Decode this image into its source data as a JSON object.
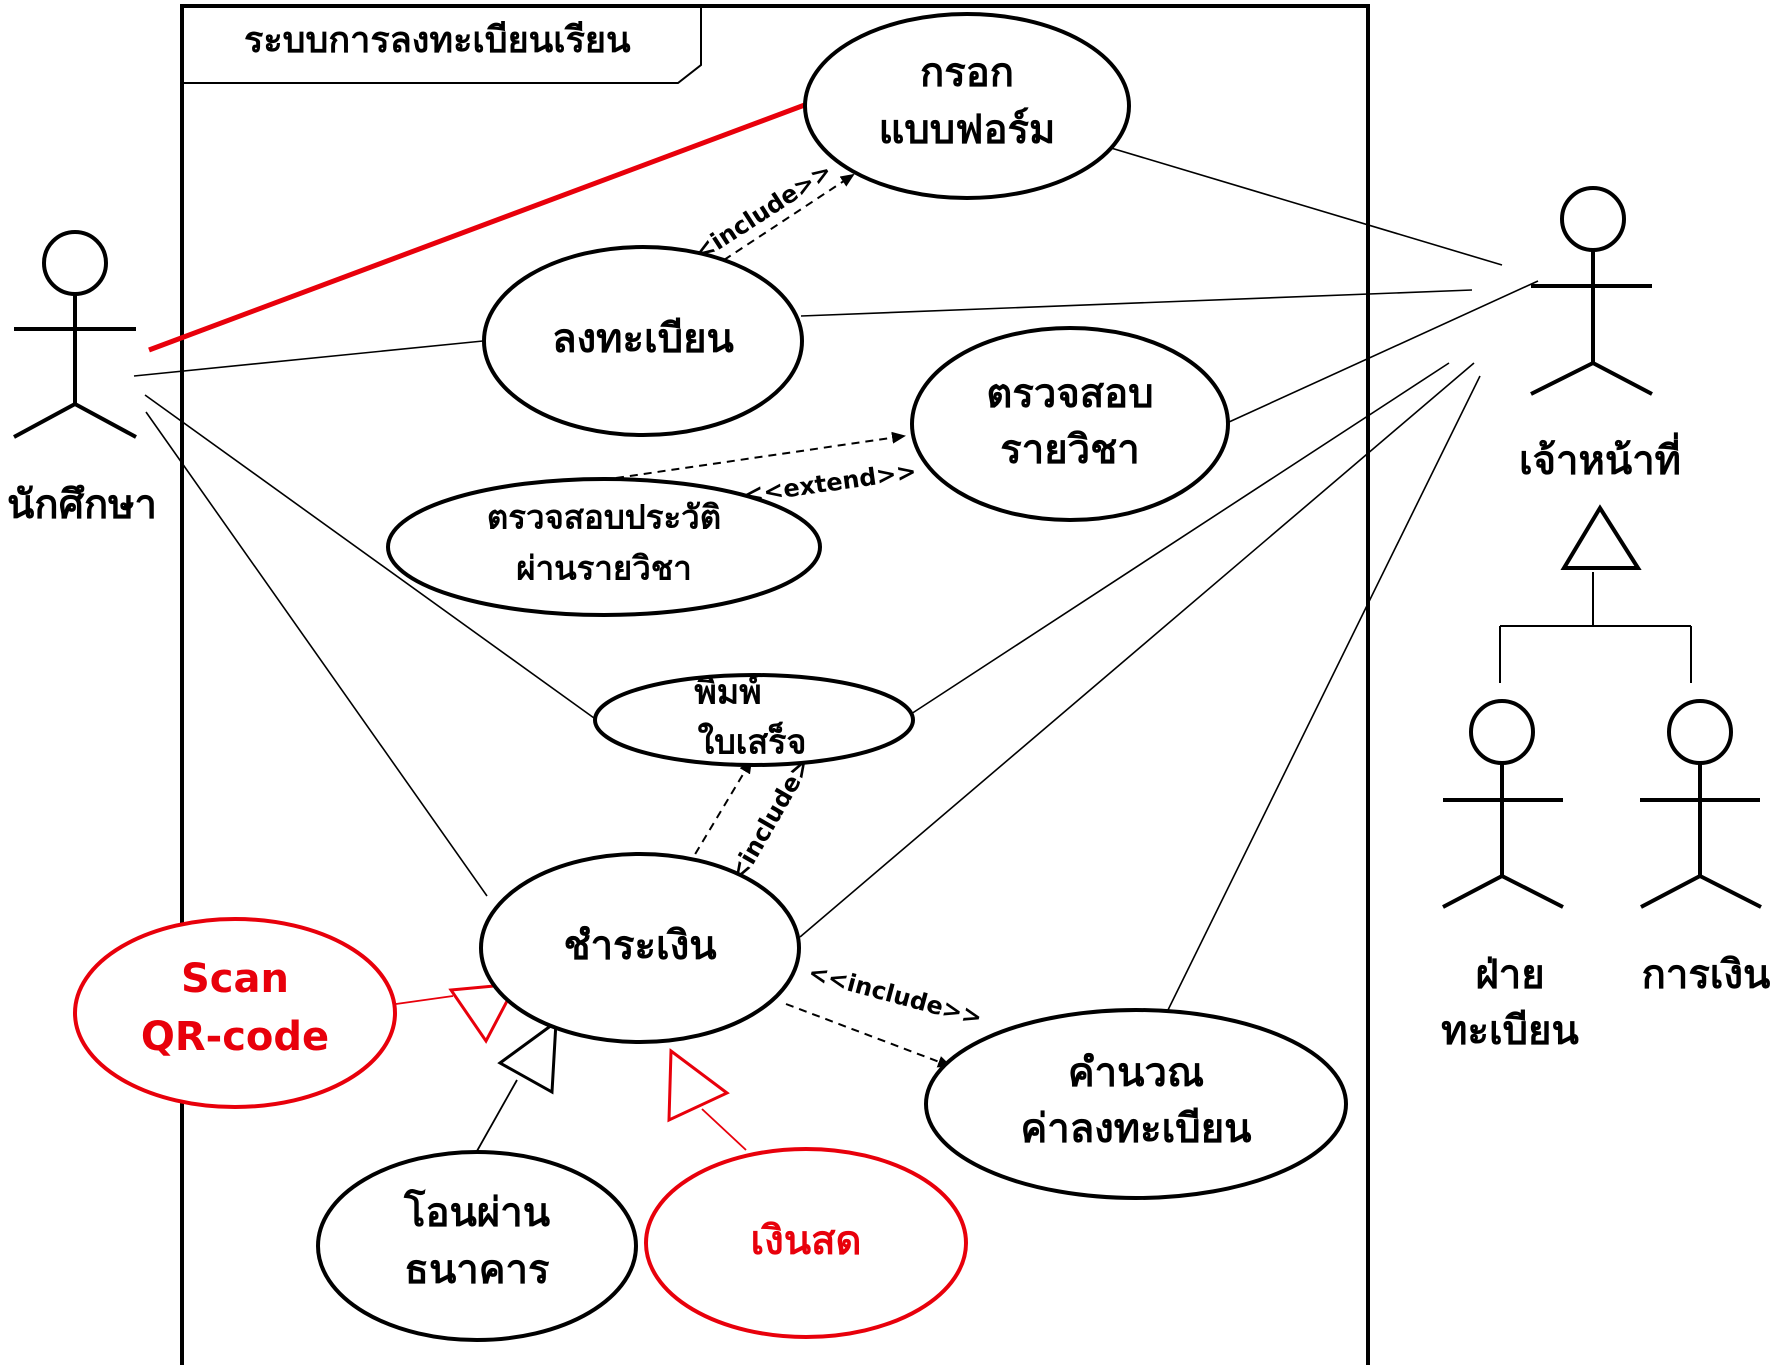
{
  "system": {
    "title": "ระบบการลงทะเบียนเรียน"
  },
  "actors": {
    "student": "นักศึกษา",
    "staff": "เจ้าหน้าที่",
    "registrar": [
      "ฝ่าย",
      "ทะเบียน"
    ],
    "finance": "การเงิน"
  },
  "use_cases": {
    "fill_form": [
      "กรอก",
      "แบบฟอร์ม"
    ],
    "register": "ลงทะเบียน",
    "check_course": [
      "ตรวจสอบ",
      "รายวิชา"
    ],
    "check_history": [
      "ตรวจสอบประวัติ",
      "ผ่านรายวิชา"
    ],
    "print_receipt": [
      "พิมพ์",
      "ใบเสร็จ"
    ],
    "payment": "ชำระเงิน",
    "calculate_fee": [
      "คำนวณ",
      "ค่าลงทะเบียน"
    ],
    "bank_transfer": [
      "โอนผ่าน",
      "ธนาคาร"
    ],
    "cash": "เงินสด",
    "scan_qr": [
      "Scan",
      "QR-code"
    ]
  },
  "stereotypes": {
    "include_fill_form": "<<include>>",
    "extend_check": "<<extend>>",
    "include_print": "<<include>>",
    "include_calc": "<<include>>"
  },
  "colors": {
    "line": "#000000",
    "highlight": "#e8000b",
    "background": "#ffffff"
  }
}
